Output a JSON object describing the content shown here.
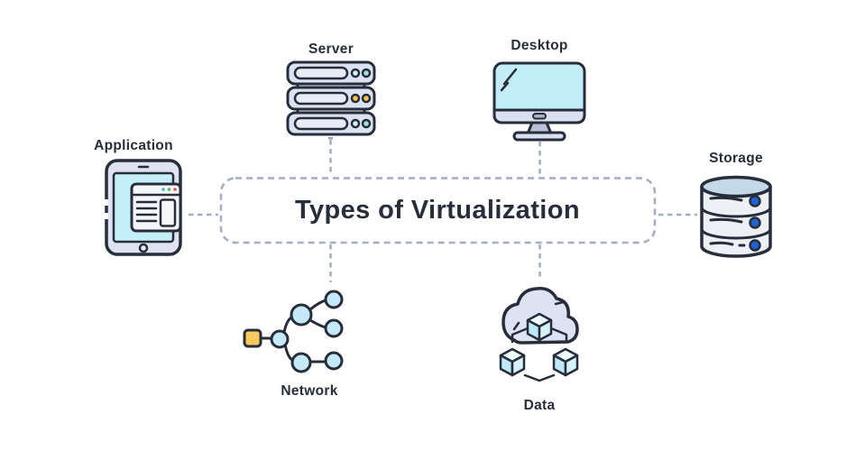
{
  "diagram": {
    "title": "Types of Virtualization",
    "nodes": [
      {
        "id": "server",
        "label": "Server",
        "icon": "server-rack-icon"
      },
      {
        "id": "desktop",
        "label": "Desktop",
        "icon": "desktop-monitor-icon"
      },
      {
        "id": "application",
        "label": "Application",
        "icon": "phone-app-window-icon"
      },
      {
        "id": "storage",
        "label": "Storage",
        "icon": "database-cylinder-icon"
      },
      {
        "id": "network",
        "label": "Network",
        "icon": "network-tree-icon"
      },
      {
        "id": "data",
        "label": "Data",
        "icon": "cloud-cubes-icon"
      }
    ],
    "colors": {
      "outline": "#272d39",
      "dash_line": "#a3adc2",
      "label_text": "#272d39",
      "periwinkle_fill": "#dbe2f1",
      "screen_cyan": "#c3edf8",
      "node_cyan": "#c4eafa",
      "accent_yellow": "#fbc95e",
      "accent_teal": "#9fdfdc",
      "accent_blue_dot": "#1d63d1",
      "cylinder_body": "#edf1f5",
      "cylinder_top": "#c3d9e7",
      "window_fill": "#f4f6fa"
    }
  }
}
